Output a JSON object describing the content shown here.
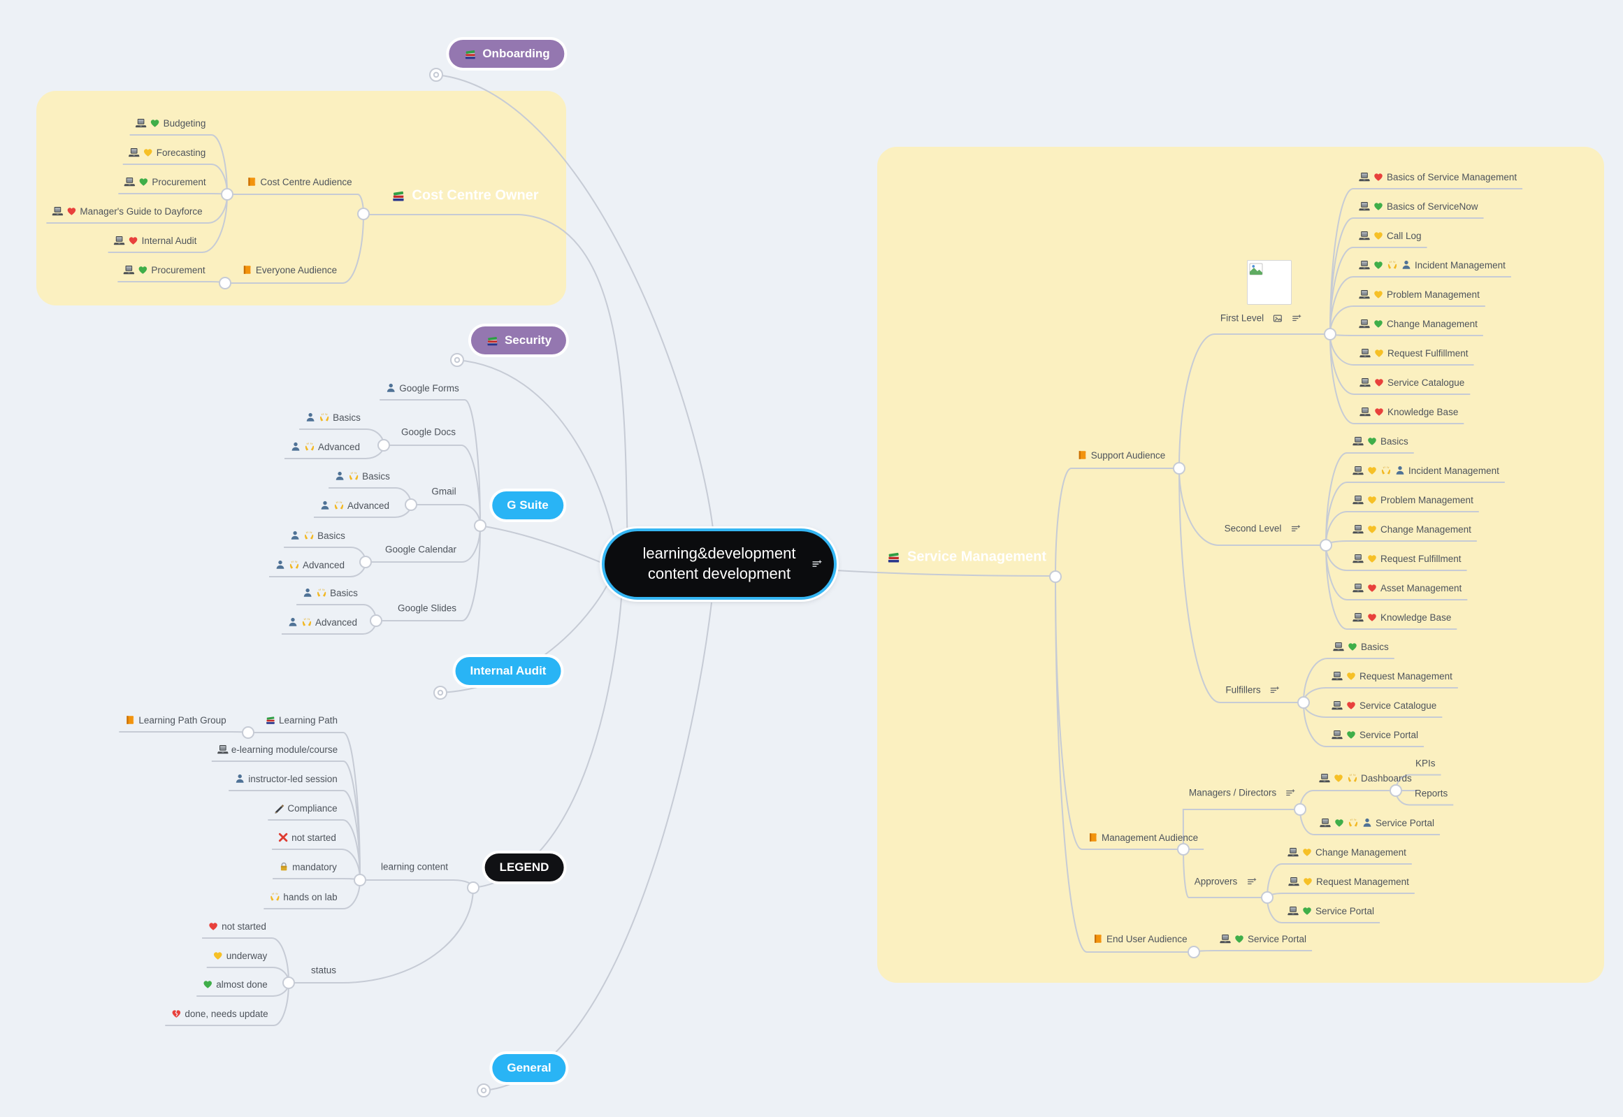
{
  "app": {
    "type": "mind-map"
  },
  "colors": {
    "background": "#edf1f6",
    "branch_boundary_fill": "#fbf0c0",
    "pill_purple": "#9477b0",
    "pill_blue": "#29b4f5",
    "pill_black": "#101114",
    "central_background": "#0b0c0e",
    "central_border": "#35b6f3",
    "connector_line": "#c6cbd5",
    "label_text": "#4d535b",
    "heart_green": "#3fae49",
    "heart_yellow": "#f6c026",
    "heart_red": "#e8413c"
  },
  "central": {
    "title": "learning&development content development",
    "trail_icon": "notes-add-icon"
  },
  "nodes": [
    {
      "id": "onboarding",
      "label": "Onboarding",
      "icons": [
        "books"
      ]
    },
    {
      "id": "security",
      "label": "Security",
      "icons": [
        "books"
      ]
    },
    {
      "id": "gsuite",
      "label": "G Suite"
    },
    {
      "id": "internal-audit",
      "label": "Internal Audit"
    },
    {
      "id": "legend",
      "label": "LEGEND"
    },
    {
      "id": "general",
      "label": "General"
    },
    {
      "id": "cco",
      "label": "Cost Centre Owner",
      "icons": [
        "books"
      ]
    },
    {
      "id": "sm",
      "label": "Service Management",
      "icons": [
        "books"
      ]
    },
    {
      "id": "cca",
      "label": "Cost Centre Audience",
      "icons": [
        "book"
      ],
      "parent": "cco"
    },
    {
      "id": "everyone",
      "label": "Everyone Audience",
      "icons": [
        "book"
      ],
      "parent": "cco"
    },
    {
      "id": "budgeting",
      "label": "Budgeting",
      "icons": [
        "laptop",
        "heart-green"
      ],
      "parent": "cca"
    },
    {
      "id": "forecasting",
      "label": "Forecasting",
      "icons": [
        "laptop",
        "heart-yellow"
      ],
      "parent": "cca"
    },
    {
      "id": "procurement-cca",
      "label": "Procurement",
      "icons": [
        "laptop",
        "heart-green"
      ],
      "parent": "cca"
    },
    {
      "id": "managers-guide",
      "label": "Manager's Guide to Dayforce",
      "icons": [
        "laptop",
        "heart-red"
      ],
      "parent": "cca"
    },
    {
      "id": "internal-audit-course",
      "label": "Internal Audit",
      "icons": [
        "laptop",
        "heart-red"
      ],
      "parent": "cca"
    },
    {
      "id": "procurement-everyone",
      "label": "Procurement",
      "icons": [
        "laptop",
        "heart-green"
      ],
      "parent": "everyone"
    },
    {
      "id": "google-forms",
      "label": "Google Forms",
      "icons": [
        "person"
      ],
      "parent": "gsuite"
    },
    {
      "id": "google-docs",
      "label": "Google Docs",
      "parent": "gsuite"
    },
    {
      "id": "gdocs-basics",
      "label": "Basics",
      "icons": [
        "person",
        "hands"
      ],
      "parent": "google-docs"
    },
    {
      "id": "gdocs-advanced",
      "label": "Advanced",
      "icons": [
        "person",
        "hands"
      ],
      "parent": "google-docs"
    },
    {
      "id": "gmail",
      "label": "Gmail",
      "parent": "gsuite"
    },
    {
      "id": "gmail-basics",
      "label": "Basics",
      "icons": [
        "person",
        "hands"
      ],
      "parent": "gmail"
    },
    {
      "id": "gmail-advanced",
      "label": "Advanced",
      "icons": [
        "person",
        "hands"
      ],
      "parent": "gmail"
    },
    {
      "id": "google-calendar",
      "label": "Google Calendar",
      "parent": "gsuite"
    },
    {
      "id": "gcal-basics",
      "label": "Basics",
      "icons": [
        "person",
        "hands"
      ],
      "parent": "google-calendar"
    },
    {
      "id": "gcal-advanced",
      "label": "Advanced",
      "icons": [
        "person",
        "hands"
      ],
      "parent": "google-calendar"
    },
    {
      "id": "google-slides",
      "label": "Google Slides",
      "parent": "gsuite"
    },
    {
      "id": "gslides-basics",
      "label": "Basics",
      "icons": [
        "person",
        "hands"
      ],
      "parent": "google-slides"
    },
    {
      "id": "gslides-advanced",
      "label": "Advanced",
      "icons": [
        "person",
        "hands"
      ],
      "parent": "google-slides"
    },
    {
      "id": "learning-content",
      "label": "learning content",
      "parent": "legend"
    },
    {
      "id": "learning-path",
      "label": "Learning Path",
      "icons": [
        "books"
      ],
      "parent": "learning-content"
    },
    {
      "id": "lp-group",
      "label": "Learning Path Group",
      "icons": [
        "book"
      ],
      "parent": "learning-path"
    },
    {
      "id": "elearning",
      "label": "e-learning module/course",
      "icons": [
        "laptop"
      ],
      "parent": "learning-content"
    },
    {
      "id": "instructor",
      "label": "instructor-led session",
      "icons": [
        "person"
      ],
      "parent": "learning-content"
    },
    {
      "id": "compliance",
      "label": "Compliance",
      "icons": [
        "pen"
      ],
      "parent": "learning-content"
    },
    {
      "id": "lc-not-started",
      "label": "not started",
      "icons": [
        "cross"
      ],
      "parent": "learning-content"
    },
    {
      "id": "mandatory",
      "label": "mandatory",
      "icons": [
        "lock"
      ],
      "parent": "learning-content"
    },
    {
      "id": "hands-on-lab",
      "label": "hands on lab",
      "icons": [
        "hands"
      ],
      "parent": "learning-content"
    },
    {
      "id": "status",
      "label": "status",
      "parent": "legend"
    },
    {
      "id": "status-not-started",
      "label": "not started",
      "icons": [
        "heart-red"
      ],
      "parent": "status"
    },
    {
      "id": "underway",
      "label": "underway",
      "icons": [
        "heart-yellow"
      ],
      "parent": "status"
    },
    {
      "id": "almost-done",
      "label": "almost done",
      "icons": [
        "heart-green"
      ],
      "parent": "status"
    },
    {
      "id": "done-needs-update",
      "label": "done, needs update",
      "icons": [
        "heart-broken"
      ],
      "parent": "status"
    },
    {
      "id": "support-audience",
      "label": "Support Audience",
      "icons": [
        "book"
      ],
      "parent": "sm"
    },
    {
      "id": "first-level",
      "label": "First Level",
      "trail": [
        "image",
        "notes"
      ],
      "parent": "support-audience"
    },
    {
      "id": "fl-basics-sm",
      "label": "Basics of Service Management",
      "icons": [
        "laptop",
        "heart-red"
      ],
      "parent": "first-level"
    },
    {
      "id": "fl-basics-snow",
      "label": "Basics of ServiceNow",
      "icons": [
        "laptop",
        "heart-green"
      ],
      "parent": "first-level"
    },
    {
      "id": "fl-call-log",
      "label": "Call Log",
      "icons": [
        "laptop",
        "heart-yellow"
      ],
      "parent": "first-level"
    },
    {
      "id": "fl-incident",
      "label": "Incident Management",
      "icons": [
        "laptop",
        "heart-green",
        "hands",
        "person"
      ],
      "parent": "first-level"
    },
    {
      "id": "fl-problem",
      "label": "Problem Management",
      "icons": [
        "laptop",
        "heart-yellow"
      ],
      "parent": "first-level"
    },
    {
      "id": "fl-change",
      "label": "Change Management",
      "icons": [
        "laptop",
        "heart-green"
      ],
      "parent": "first-level"
    },
    {
      "id": "fl-request",
      "label": "Request Fulfillment",
      "icons": [
        "laptop",
        "heart-yellow"
      ],
      "parent": "first-level"
    },
    {
      "id": "fl-catalogue",
      "label": "Service Catalogue",
      "icons": [
        "laptop",
        "heart-red"
      ],
      "parent": "first-level"
    },
    {
      "id": "fl-kb",
      "label": "Knowledge Base",
      "icons": [
        "laptop",
        "heart-red"
      ],
      "parent": "first-level"
    },
    {
      "id": "second-level",
      "label": "Second Level",
      "trail": [
        "notes"
      ],
      "parent": "support-audience"
    },
    {
      "id": "sl-basics",
      "label": "Basics",
      "icons": [
        "laptop",
        "heart-green"
      ],
      "parent": "second-level"
    },
    {
      "id": "sl-incident",
      "label": "Incident Management",
      "icons": [
        "laptop",
        "heart-yellow",
        "hands",
        "person"
      ],
      "parent": "second-level"
    },
    {
      "id": "sl-problem",
      "label": "Problem Management",
      "icons": [
        "laptop",
        "heart-yellow"
      ],
      "parent": "second-level"
    },
    {
      "id": "sl-change",
      "label": "Change Management",
      "icons": [
        "laptop",
        "heart-yellow"
      ],
      "parent": "second-level"
    },
    {
      "id": "sl-request",
      "label": "Request Fulfillment",
      "icons": [
        "laptop",
        "heart-yellow"
      ],
      "parent": "second-level"
    },
    {
      "id": "sl-asset",
      "label": "Asset Management",
      "icons": [
        "laptop",
        "heart-red"
      ],
      "parent": "second-level"
    },
    {
      "id": "sl-kb",
      "label": "Knowledge Base",
      "icons": [
        "laptop",
        "heart-red"
      ],
      "parent": "second-level"
    },
    {
      "id": "fulfillers",
      "label": "Fulfillers",
      "trail": [
        "notes"
      ],
      "parent": "support-audience"
    },
    {
      "id": "ful-basics",
      "label": "Basics",
      "icons": [
        "laptop",
        "heart-green"
      ],
      "parent": "fulfillers"
    },
    {
      "id": "ful-request",
      "label": "Request Management",
      "icons": [
        "laptop",
        "heart-yellow"
      ],
      "parent": "fulfillers"
    },
    {
      "id": "ful-catalogue",
      "label": "Service Catalogue",
      "icons": [
        "laptop",
        "heart-red"
      ],
      "parent": "fulfillers"
    },
    {
      "id": "ful-portal",
      "label": "Service Portal",
      "icons": [
        "laptop",
        "heart-green"
      ],
      "parent": "fulfillers"
    },
    {
      "id": "mgmt-audience",
      "label": "Management Audience",
      "icons": [
        "book"
      ],
      "parent": "sm"
    },
    {
      "id": "managers-directors",
      "label": "Managers / Directors",
      "trail": [
        "notes"
      ],
      "parent": "mgmt-audience"
    },
    {
      "id": "dashboards",
      "label": "Dashboards",
      "icons": [
        "laptop",
        "heart-yellow",
        "hands"
      ],
      "parent": "managers-directors"
    },
    {
      "id": "kpis",
      "label": "KPIs",
      "parent": "dashboards"
    },
    {
      "id": "reports",
      "label": "Reports",
      "parent": "dashboards"
    },
    {
      "id": "sp-managers",
      "label": "Service Portal",
      "icons": [
        "laptop",
        "heart-green",
        "hands",
        "person"
      ],
      "parent": "managers-directors"
    },
    {
      "id": "approvers",
      "label": "Approvers",
      "trail": [
        "notes"
      ],
      "parent": "mgmt-audience"
    },
    {
      "id": "cm-approvers",
      "label": "Change Management",
      "icons": [
        "laptop",
        "heart-yellow"
      ],
      "parent": "approvers"
    },
    {
      "id": "rm-approvers",
      "label": "Request Management",
      "icons": [
        "laptop",
        "heart-yellow"
      ],
      "parent": "approvers"
    },
    {
      "id": "sp-approvers",
      "label": "Service Portal",
      "icons": [
        "laptop",
        "heart-green"
      ],
      "parent": "approvers"
    },
    {
      "id": "end-user-audience",
      "label": "End User Audience",
      "icons": [
        "book"
      ],
      "parent": "sm"
    },
    {
      "id": "sp-enduser",
      "label": "Service Portal",
      "icons": [
        "laptop",
        "heart-green"
      ],
      "parent": "end-user-audience"
    }
  ]
}
